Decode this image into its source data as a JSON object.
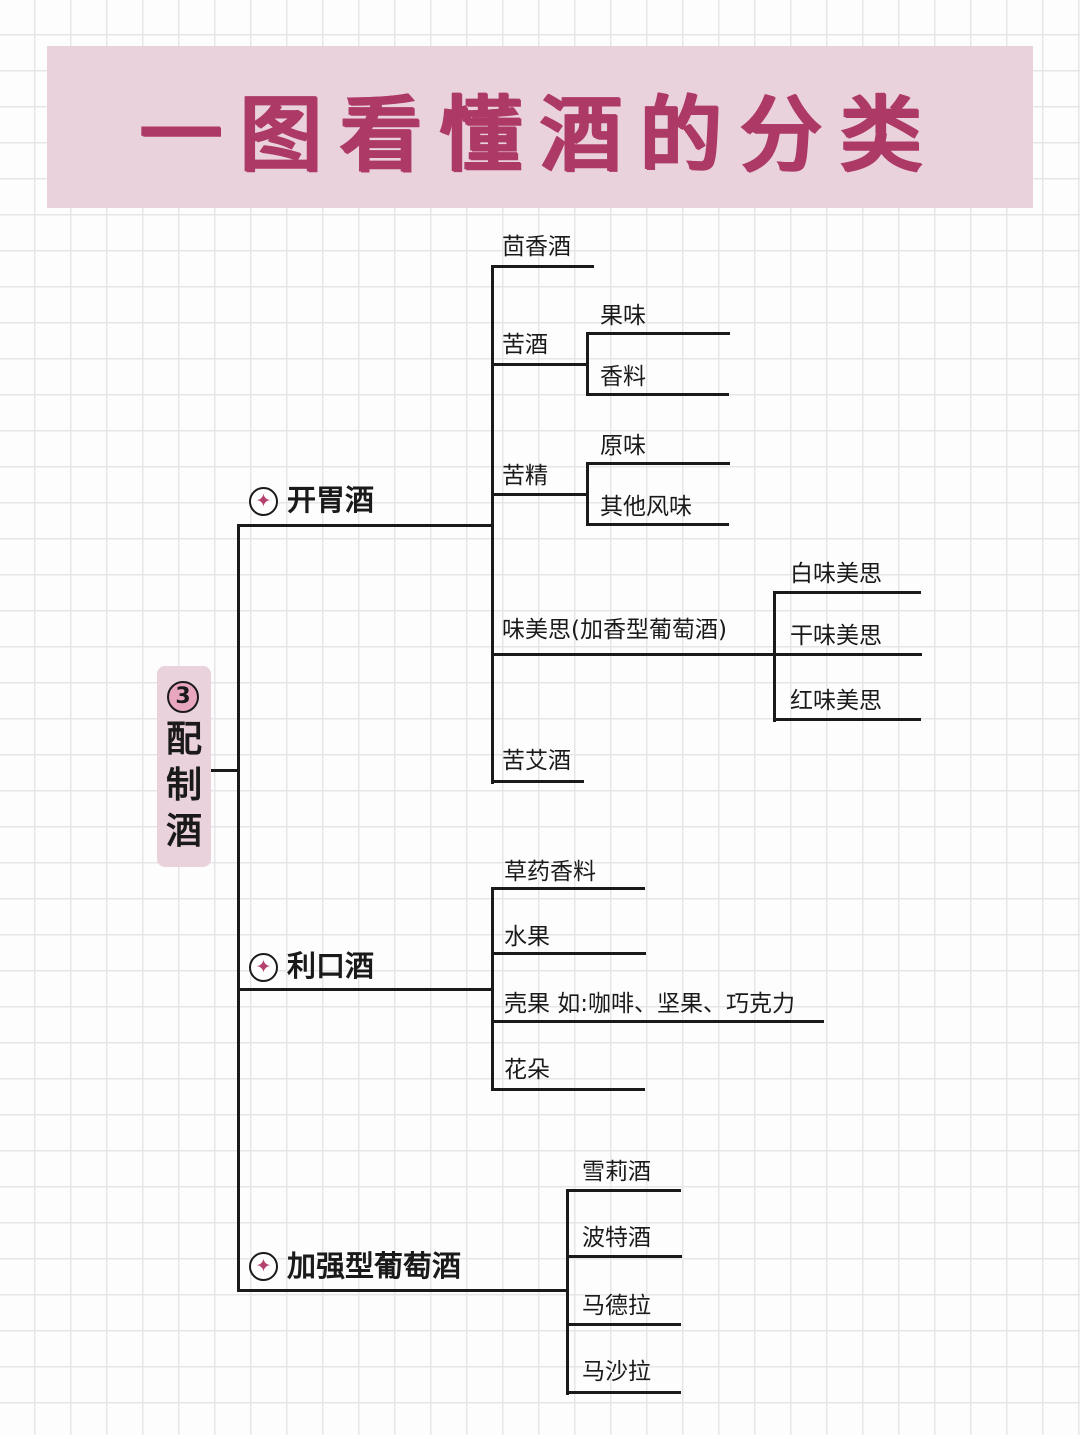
{
  "title": "一图看懂酒的分类",
  "root": {
    "number": "3",
    "label": "配制酒"
  },
  "categories": [
    {
      "label": "开胃酒",
      "items": [
        {
          "label": "茴香酒"
        },
        {
          "label": "苦酒",
          "children": [
            "果味",
            "香料"
          ]
        },
        {
          "label": "苦精",
          "children": [
            "原味",
            "其他风味"
          ]
        },
        {
          "label": "味美思(加香型葡萄酒)",
          "children": [
            "白味美思",
            "干味美思",
            "红味美思"
          ]
        },
        {
          "label": "苦艾酒"
        }
      ]
    },
    {
      "label": "利口酒",
      "items": [
        {
          "label": "草药香料"
        },
        {
          "label": "水果"
        },
        {
          "label": "壳果  如:咖啡、坚果、巧克力"
        },
        {
          "label": "花朵"
        }
      ]
    },
    {
      "label": "加强型葡萄酒",
      "items": [
        {
          "label": "雪莉酒"
        },
        {
          "label": "波特酒"
        },
        {
          "label": "马德拉"
        },
        {
          "label": "马沙拉"
        }
      ]
    }
  ],
  "colors": {
    "accent": "#ad3a66",
    "banner_bg": "#ead2dc",
    "line": "#1a1a1a"
  },
  "icons": {
    "category_bullet": "sparkle-icon"
  }
}
